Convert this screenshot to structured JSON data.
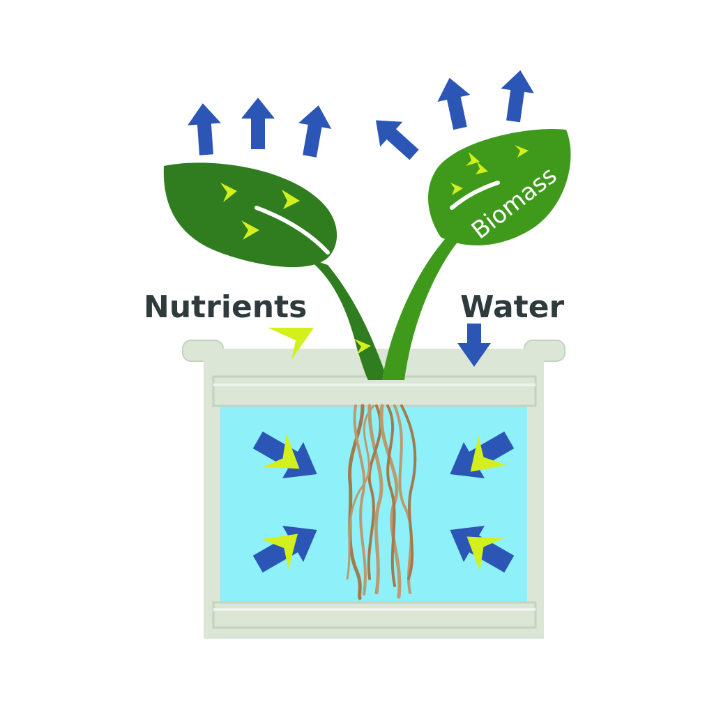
{
  "labels": {
    "nutrients": "Nutrients",
    "water": "Water",
    "biomass": "Biomass"
  },
  "colors": {
    "leaf_dark": "#2f7d1f",
    "leaf_light": "#3f9a1c",
    "water_arrow": "#2b56b5",
    "nutrient_arrow": "#d4f01c",
    "water_fill": "#8ef0f8",
    "tank_frame": "#dbe6d6",
    "tank_frame_shade": "#c4d3be",
    "root": "#a27a4e",
    "root_light": "#bc9a70",
    "label_text": "#2f3a3c"
  },
  "icons": {
    "transpiration_arrows": "up-arrow-icon",
    "nutrient_marks": "chevron-icon",
    "uptake_arrows": "inward-arrow-icon"
  }
}
